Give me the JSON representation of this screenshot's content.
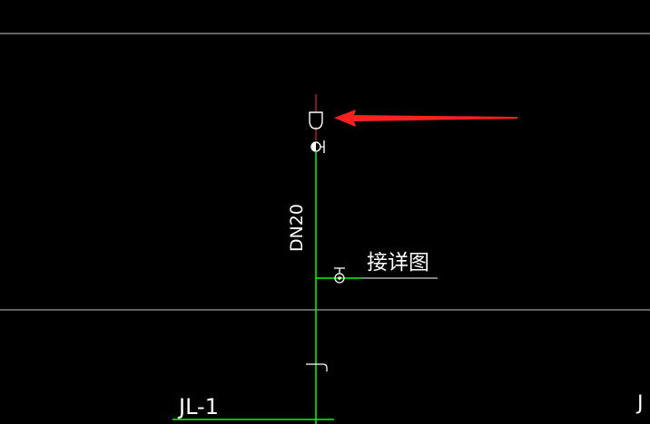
{
  "drawing": {
    "pipe_label": "DN20",
    "detail_note": "接详图",
    "riser_label": "JL-1",
    "edge_glyph": "J"
  },
  "colors": {
    "background": "#000000",
    "pipe": "#00ff00",
    "symbol": "#ffffff",
    "grid_line": "#c8c8c8",
    "arrow": "#ff2020",
    "axis_tick": "#ff3030"
  },
  "icons": {
    "faucet": "faucet-icon",
    "valve": "valve-icon",
    "gate_valve": "gate-valve-icon",
    "arrow": "red-arrow-icon"
  }
}
